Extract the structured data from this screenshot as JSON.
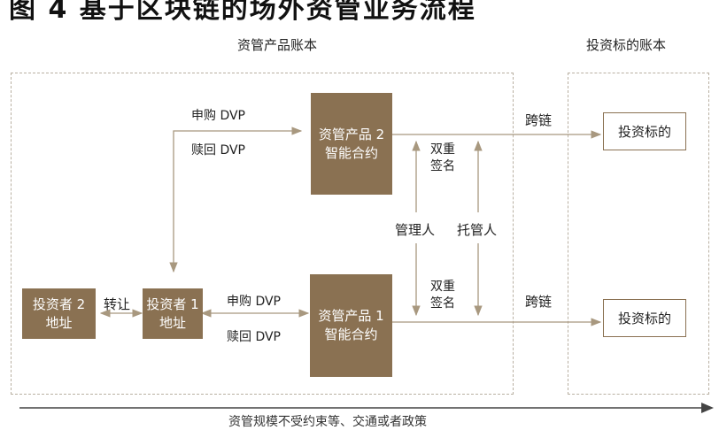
{
  "title": "图 4   基于区块链的场外资管业务流程",
  "regions": {
    "asset_ledger": "资管产品账本",
    "target_ledger": "投资标的账本"
  },
  "boxes": {
    "product2": [
      "资管产品 2",
      "智能合约"
    ],
    "product1": [
      "资管产品 1",
      "智能合约"
    ],
    "investor1": [
      "投资者 1",
      "地址"
    ],
    "investor2": [
      "投资者 2",
      "地址"
    ],
    "target_top": "投资标的",
    "target_bottom": "投资标的"
  },
  "labels": {
    "subscribe_top": "申购 DVP",
    "redeem_top": "赎回 DVP",
    "subscribe_bottom": "申购 DVP",
    "redeem_bottom": "赎回 DVP",
    "transfer": "转让",
    "cross_chain_top": "跨链",
    "cross_chain_bottom": "跨链",
    "dual_sign_top": [
      "双重",
      "签名"
    ],
    "dual_sign_bottom": [
      "双重",
      "签名"
    ],
    "manager": "管理人",
    "custodian": "托管人"
  },
  "bottom_caption": "资管规模不受约束等、交通或者政策"
}
